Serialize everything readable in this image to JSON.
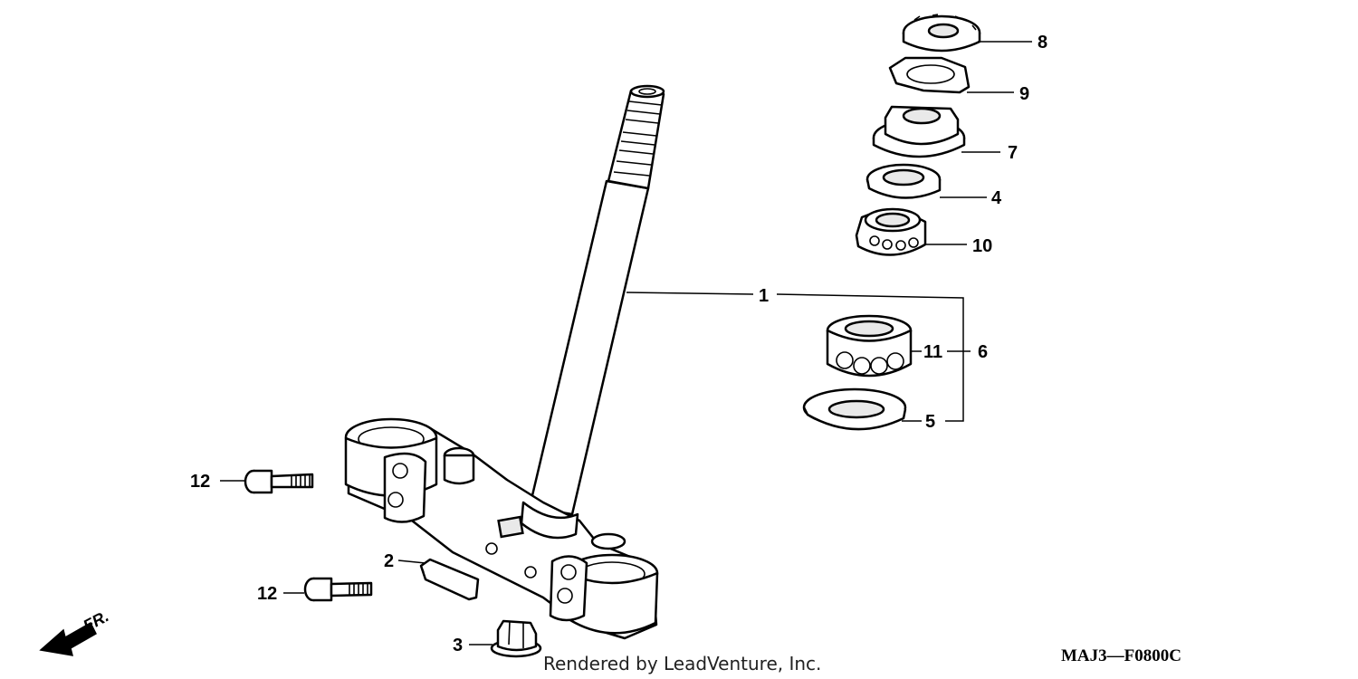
{
  "callouts": {
    "c1": "1",
    "c2": "2",
    "c3": "3",
    "c4": "4",
    "c5": "5",
    "c6": "6",
    "c7": "7",
    "c8": "8",
    "c9": "9",
    "c10": "10",
    "c11": "11",
    "c12a": "12",
    "c12b": "12"
  },
  "direction": {
    "label": "FR."
  },
  "footer": {
    "credit": "Rendered by LeadVenture, Inc.",
    "diagram_code": "MAJ3—F0800C"
  }
}
